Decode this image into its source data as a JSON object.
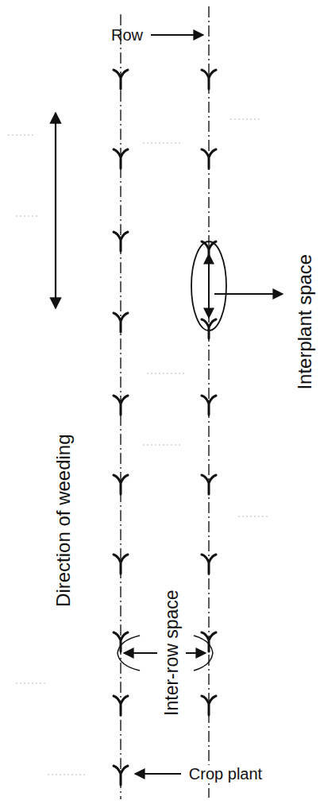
{
  "diagram": {
    "labels": [
      "Row",
      "Direction of weeding",
      "Interplant space",
      "Inter-row space",
      "Crop plant"
    ]
  }
}
